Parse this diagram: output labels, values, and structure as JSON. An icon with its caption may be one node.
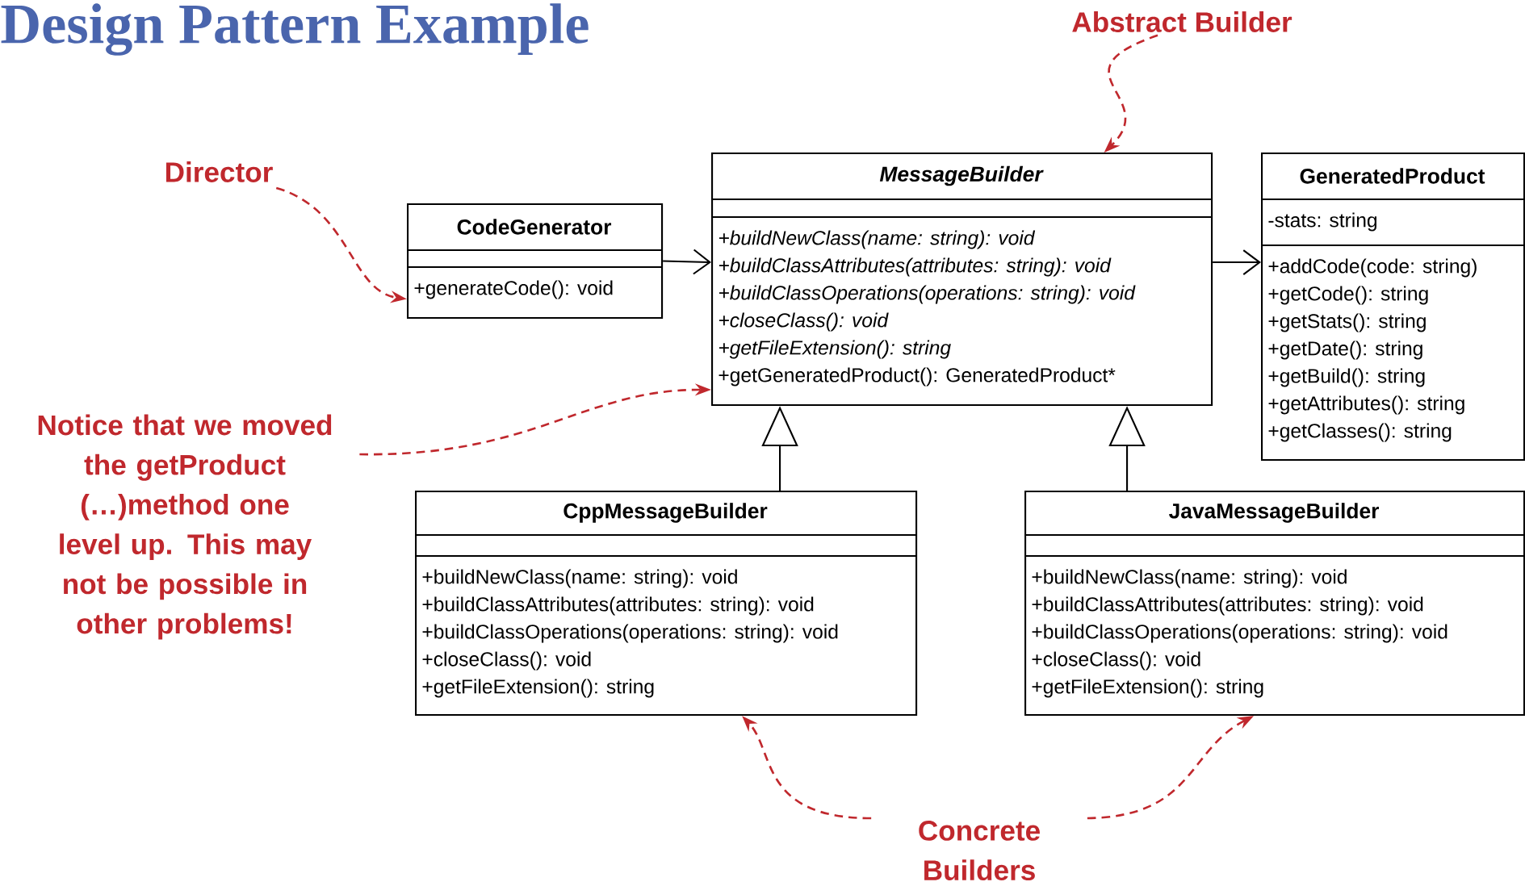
{
  "diagram": {
    "title": "Design Pattern Example",
    "nodes": [
      {
        "text": [
          "Director"
        ]
      },
      {
        "text": [
          "Abstract Builder"
        ]
      },
      {
        "text": [
          "Notice that we moved the getProduct (…)method one level up. This may not be possible in other problems!"
        ]
      },
      {
        "text": [
          "Concrete Builders"
        ]
      },
      {
        "text": [
          "CodeGenerator",
          "+generateCode(): void"
        ]
      },
      {
        "text": [
          "MessageBuilder",
          "+buildNewClass(name: string): void",
          "+buildClassAttributes(attributes: string): void",
          "+buildClassOperations(operations: string): void",
          "+closeClass(): void",
          "+getFileExtension(): string",
          "+getGeneratedProduct(): GeneratedProduct*"
        ]
      },
      {
        "text": [
          "GeneratedProduct",
          "-stats: string",
          "+addCode(code: string)",
          "+getCode(): string",
          "+getStats(): string",
          "+getDate(): string",
          "+getBuild(): string",
          "+getAttributes(): string",
          "+getClasses(): string"
        ]
      },
      {
        "text": [
          "CppMessageBuilder",
          "+buildNewClass(name: string): void",
          "+buildClassAttributes(attributes: string): void",
          "+buildClassOperations(operations: string): void",
          "+closeClass(): void",
          "+getFileExtension(): string"
        ]
      },
      {
        "text": [
          "JavaMessageBuilder",
          "+buildNewClass(name: string): void",
          "+buildClassAttributes(attributes: string): void",
          "+buildClassOperations(operations: string): void",
          "+closeClass(): void",
          "+getFileExtension(): string"
        ]
      }
    ],
    "edges": [
      {
        "from": 0,
        "to": 4,
        "arrow": "to",
        "style": "dashed",
        "color": "#c0282d"
      },
      {
        "from": 1,
        "to": 5,
        "arrow": "to",
        "style": "dashed",
        "color": "#c0282d"
      },
      {
        "from": 2,
        "to": 5,
        "arrow": "to",
        "style": "dashed",
        "color": "#c0282d"
      },
      {
        "from": 3,
        "to": 7,
        "arrow": "to",
        "style": "dashed",
        "color": "#c0282d"
      },
      {
        "from": 3,
        "to": 8,
        "arrow": "to",
        "style": "dashed",
        "color": "#c0282d"
      },
      {
        "from": 4,
        "to": 5,
        "arrow": "to",
        "color": "#000000"
      },
      {
        "from": 5,
        "to": 6,
        "arrow": "to",
        "color": "#000000"
      },
      {
        "from": 7,
        "to": 5,
        "arrow": "to",
        "color": "#000000"
      },
      {
        "from": 8,
        "to": 5,
        "arrow": "to",
        "color": "#000000"
      }
    ]
  }
}
